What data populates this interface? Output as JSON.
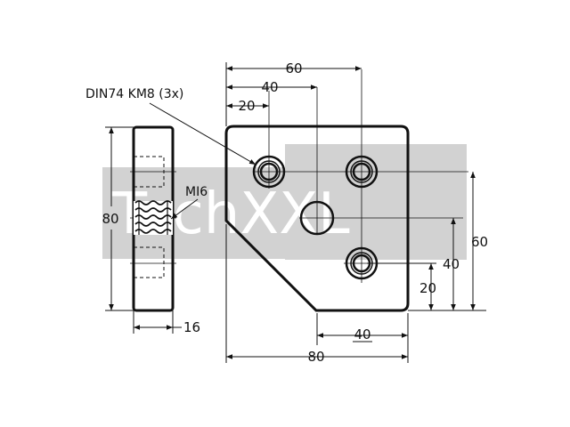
{
  "drawing": {
    "watermark": "TechXXL",
    "labels": {
      "bolt_callout": "DIN74 KM8 (3x)",
      "thread_callout": "MI6"
    },
    "dimensions": {
      "top_60": "60",
      "top_40": "40",
      "top_20": "20",
      "right_60": "60",
      "right_40": "40",
      "right_20": "20",
      "bottom_40": "40",
      "bottom_80": "80",
      "side_height_80": "80",
      "side_width_16": "16"
    },
    "colors": {
      "line": "#111111",
      "watermark_band": "#d2d2d2"
    }
  }
}
